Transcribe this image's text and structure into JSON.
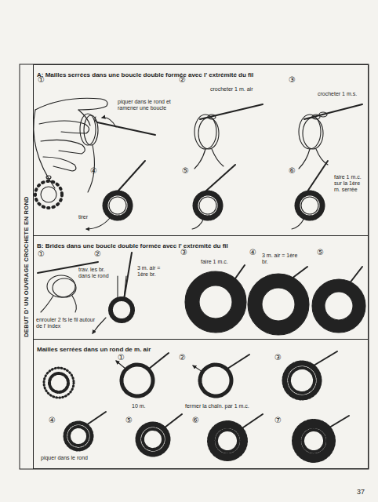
{
  "diagram": {
    "title": "DEBUT D' UN OUVRAGE CROCHETE EN ROND",
    "nodes": [
      {
        "text": [
          "A: Mailles serrées dans une boucle double formée avec l' extrémité du fil"
        ]
      },
      {
        "text": [
          "B: Brides dans une boucle double formée avec l' extrémité du fil"
        ]
      },
      {
        "text": [
          "Mailles serrées dans un rond de m. air"
        ]
      }
    ],
    "labels": [
      "①",
      "piquer dans le rond et ramener une boucle",
      "②",
      "crocheter 1 m. air",
      "③",
      "crocheter 1 m.s.",
      "④",
      "tirer",
      "⑤",
      "⑥",
      "faire 1 m.c. sur la 1ère m. serrée",
      "①",
      "enrouler 2 fs le fil autour de l' index",
      "②",
      "trav. les br. dans le rond",
      "3 m. air = 1ère br.",
      "③",
      "faire 1 m.c.",
      "④",
      "3 m. air = 1ère br.",
      "⑤",
      "①",
      "10 m.",
      "②",
      "fermer la chaîn. par 1 m.c.",
      "③",
      "④",
      "piquer dans le rond",
      "⑤",
      "⑥",
      "⑦",
      "37"
    ]
  }
}
